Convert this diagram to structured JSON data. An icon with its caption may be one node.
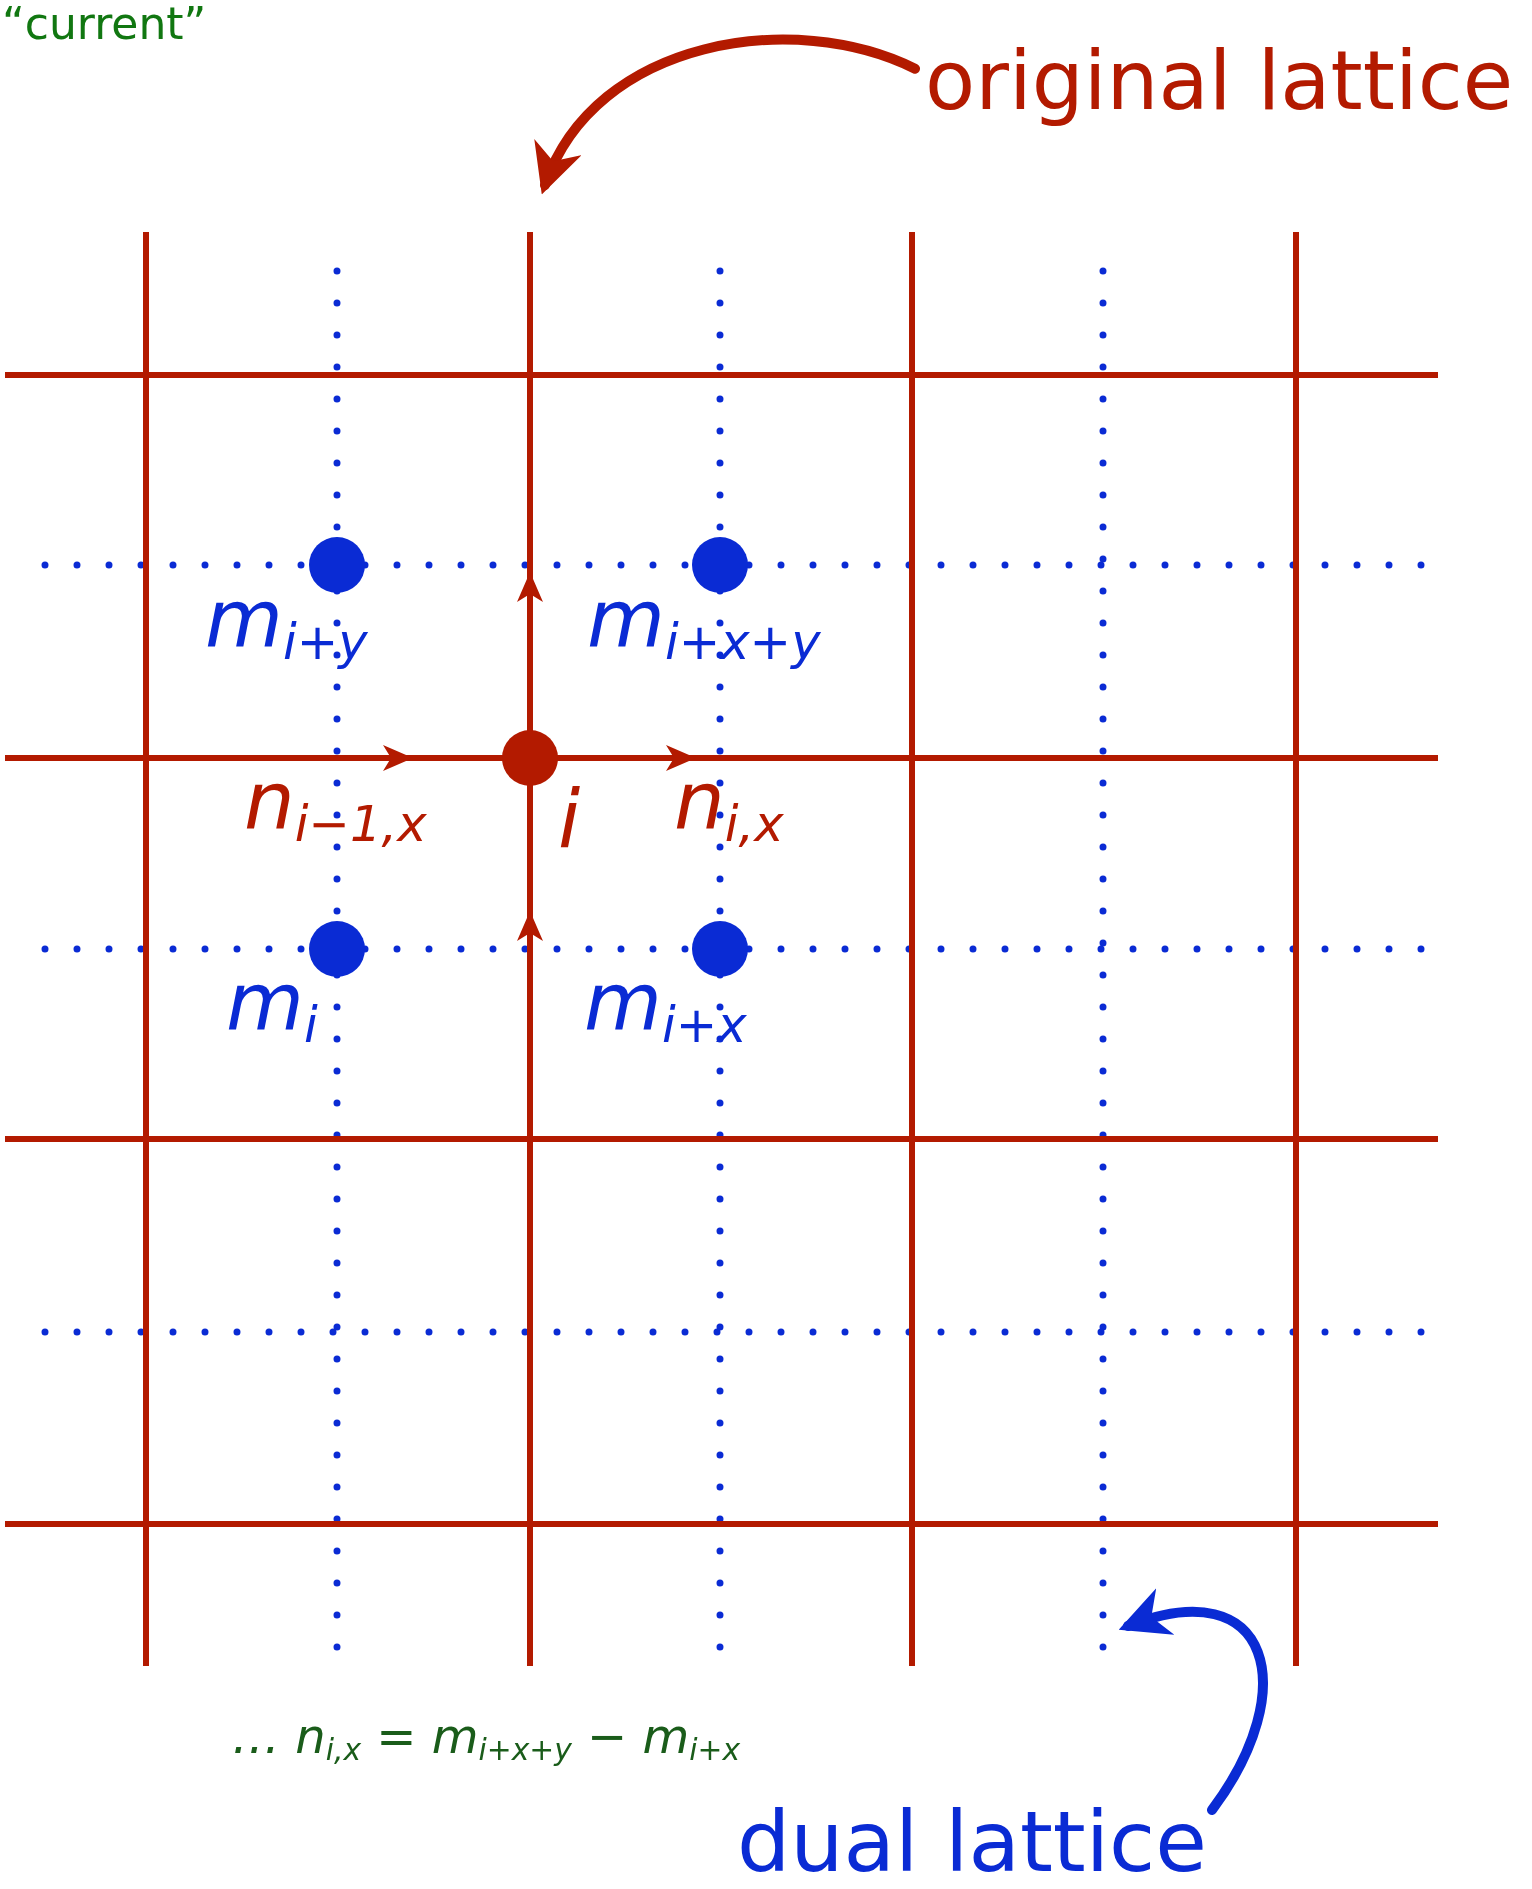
{
  "diagram": {
    "nodes": [
      {
        "text": [
          "original lattice"
        ]
      },
      {
        "text": [
          "dual lattice"
        ]
      }
    ],
    "edges": [
      {
        "from": 0,
        "to": null,
        "arrow": "to",
        "color": "#b31a00"
      },
      {
        "from": 1,
        "to": null,
        "arrow": "to",
        "color": "#0a2bd4"
      }
    ],
    "labels": [
      "“current”",
      "m$_{i+y}$",
      "m$_{i+x+y}$",
      "n$_{i−1,x}$",
      "i",
      "n$_{i,x}$",
      "m$_{i}$",
      "m$_{i+x}$",
      "… n$_{i,x}$ = m$_{i+x+y}$ − m$_{i+x}$"
    ]
  }
}
